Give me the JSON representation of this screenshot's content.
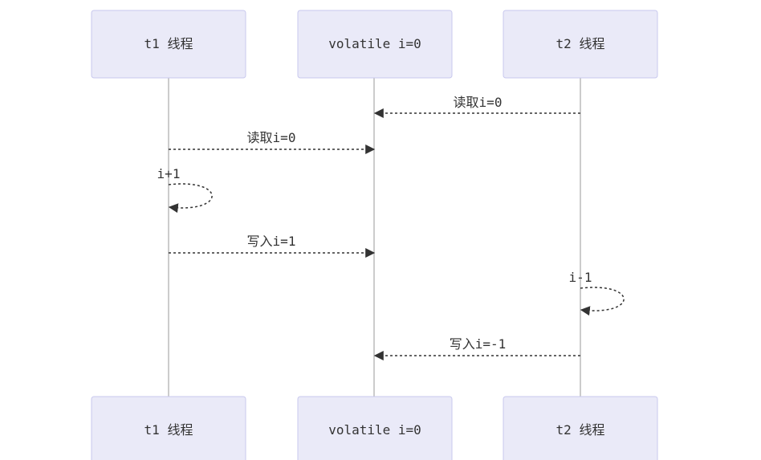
{
  "diagram": {
    "type": "sequence",
    "colors": {
      "actor_fill": "#eaeaf8",
      "actor_stroke": "#c8c8ee",
      "lifeline": "#999999",
      "message": "#333333"
    },
    "participants": [
      {
        "id": "t1",
        "label": "t1 线程"
      },
      {
        "id": "vol",
        "label": "volatile i=0"
      },
      {
        "id": "t2",
        "label": "t2 线程"
      }
    ],
    "messages": [
      {
        "from": "t2",
        "to": "vol",
        "label": "读取i=0"
      },
      {
        "from": "t1",
        "to": "vol",
        "label": "读取i=0"
      },
      {
        "from": "t1",
        "to": "t1",
        "label": "i+1"
      },
      {
        "from": "t1",
        "to": "vol",
        "label": "写入i=1"
      },
      {
        "from": "t2",
        "to": "t2",
        "label": "i-1"
      },
      {
        "from": "t2",
        "to": "vol",
        "label": "写入i=-1"
      }
    ]
  }
}
